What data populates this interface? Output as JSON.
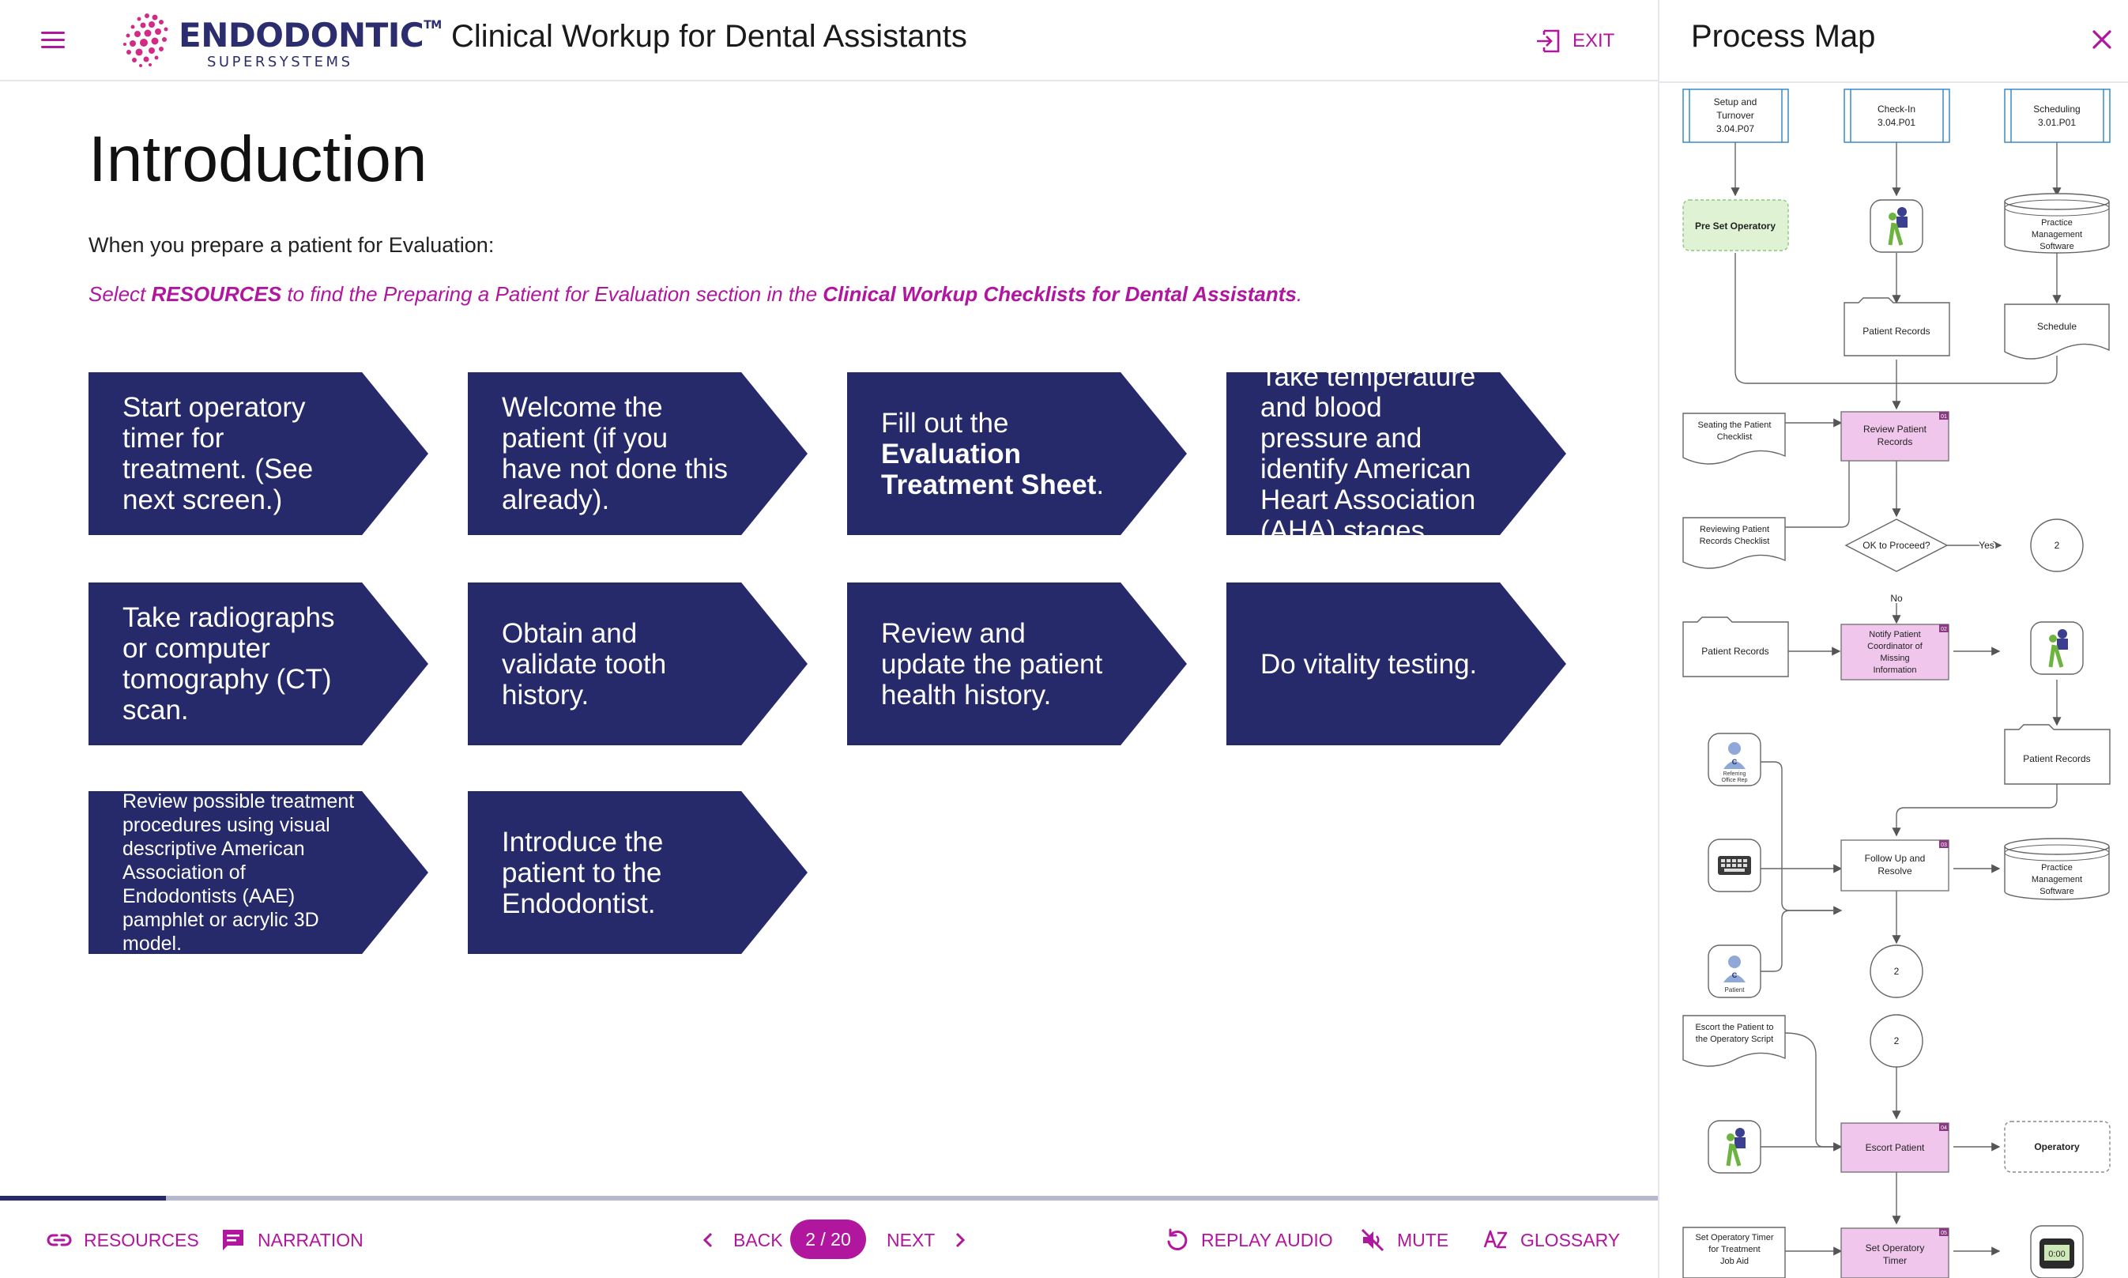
{
  "header": {
    "logo_word": "ENDODONTIC",
    "logo_tm": "TM",
    "logo_sub": "SUPERSYSTEMS",
    "course_title": "Clinical Workup for Dental Assistants",
    "exit_label": "EXIT"
  },
  "main": {
    "title": "Introduction",
    "intro": "When you prepare a patient for Evaluation:",
    "instruction": {
      "part1": "Select ",
      "resources": "RESOURCES",
      "part2": " to find the Preparing a Patient for Evaluation section in the ",
      "checklist": "Clinical Workup Checklists for Dental Assistants",
      "part3": "."
    },
    "steps": [
      "Start operatory timer for treatment. (See next screen.)",
      "Welcome the patient (if you have not done this already).",
      {
        "pre": "Fill out the ",
        "bold": "Evaluation Treatment Sheet",
        "post": "."
      },
      "Take temperature and blood pressure and identify American Heart Association (AHA) stages.",
      "Take radiographs or computer tomography (CT) scan.",
      "Obtain and validate tooth history.",
      "Review and update the patient health history.",
      "Do vitality testing.",
      "Review possible treatment procedures using visual descriptive American Association of Endodontists (AAE) pamphlet or acrylic 3D model.",
      "Introduce the patient to the Endodontist."
    ]
  },
  "progress": {
    "current": 2,
    "total": 20,
    "page_label": "2 / 20"
  },
  "footer": {
    "resources": "RESOURCES",
    "narration": "NARRATION",
    "back": "BACK",
    "next": "NEXT",
    "replay": "REPLAY AUDIO",
    "mute": "MUTE",
    "glossary": "GLOSSARY"
  },
  "panel": {
    "title": "Process Map",
    "nodes": {
      "setup": [
        "Setup and",
        "Turnover",
        "3.04.P07"
      ],
      "checkin": [
        "Check-In",
        "3.04.P01"
      ],
      "scheduling": [
        "Scheduling",
        "3.01.P01"
      ],
      "pre_set": "Pre Set Operatory",
      "pms1": [
        "Practice",
        "Management",
        "Software"
      ],
      "patient_records1": "Patient Records",
      "schedule": "Schedule",
      "seating": [
        "Seating the Patient",
        "Checklist"
      ],
      "review": [
        "Review Patient",
        "Records"
      ],
      "reviewing": [
        "Reviewing Patient",
        "Records Checklist"
      ],
      "ok": "OK to Proceed?",
      "yes": "Yes",
      "no": "No",
      "conn2": "2",
      "patient_records2": "Patient Records",
      "notify": [
        "Notify Patient",
        "Coordinator of",
        "Missing",
        "Information"
      ],
      "patient_records3": "Patient Records",
      "referring": [
        "Referring",
        "Office Rep"
      ],
      "follow": [
        "Follow Up and",
        "Resolve"
      ],
      "pms2": [
        "Practice",
        "Management",
        "Software"
      ],
      "patient_role": "Patient",
      "escort_script": [
        "Escort the Patient to",
        "the Operatory Script"
      ],
      "escort": "Escort Patient",
      "operatory": "Operatory",
      "set_timer_aid": [
        "Set Operatory Timer",
        "for Treatment",
        "Job Aid"
      ],
      "set_timer": [
        "Set Operatory",
        "Timer"
      ],
      "timer_display": "0:00",
      "tags": [
        "01",
        "02",
        "03",
        "04",
        "05"
      ]
    }
  },
  "colors": {
    "navy": "#262a6a",
    "accent": "#b0169e",
    "task_fill": "#f1c6ec",
    "start_fill": "#dff3d4",
    "progress_track": "#b5b8cf"
  }
}
